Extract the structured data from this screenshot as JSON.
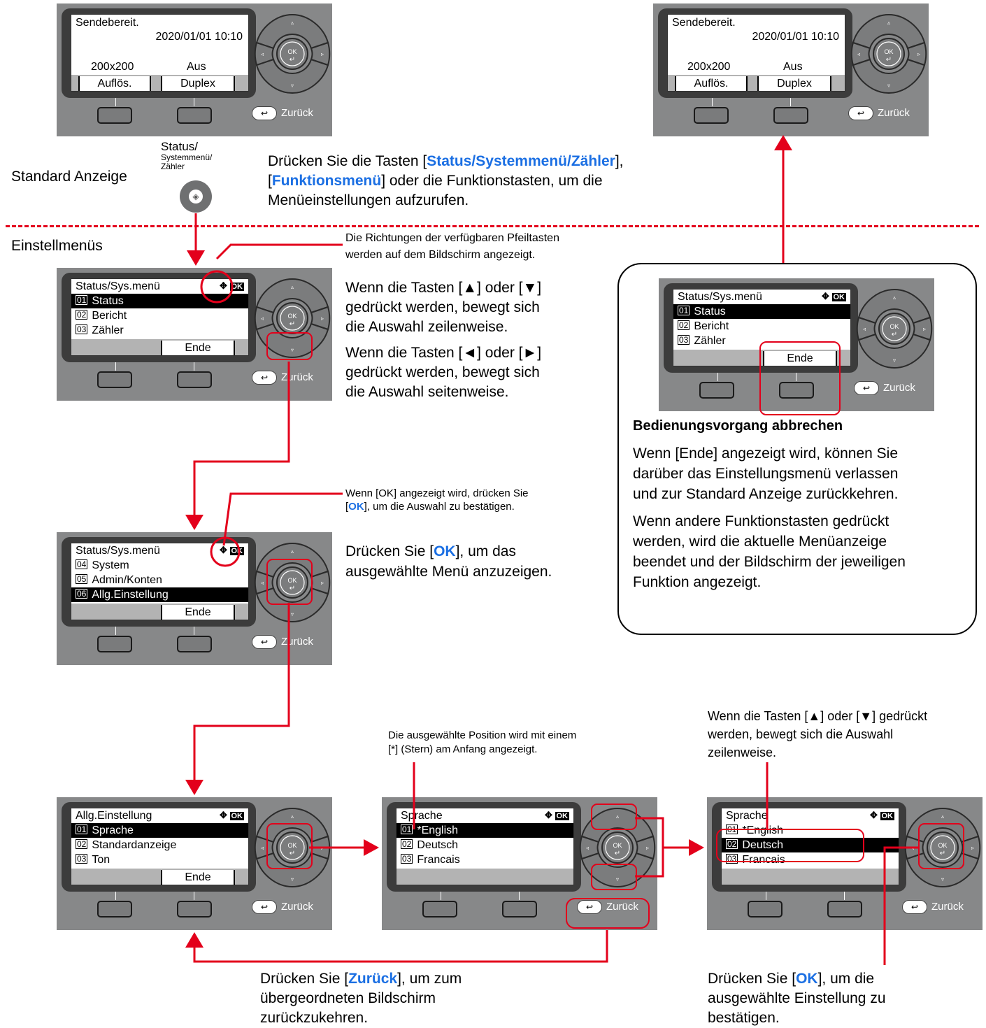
{
  "labels": {
    "standard": "Standard Anzeige",
    "einstell": "Einstellmenüs",
    "status_key_line1": "Status/",
    "status_key_line2": "Systemmenü/",
    "status_key_line3": "Zähler"
  },
  "panels": {
    "sendebereit": {
      "line1": "Sendebereit.",
      "datetime": "2020/01/01 10:10",
      "res_value": "200x200",
      "duplex_value": "Aus",
      "res_label": "Auflös.",
      "duplex_label": "Duplex",
      "back": "Zurück"
    },
    "statusmenu1": {
      "title": "Status/Sys.menü",
      "items": [
        {
          "num": "01",
          "label": "Status"
        },
        {
          "num": "02",
          "label": "Bericht"
        },
        {
          "num": "03",
          "label": "Zähler"
        }
      ],
      "end": "Ende",
      "back": "Zurück"
    },
    "statusmenu2": {
      "title": "Status/Sys.menü",
      "items": [
        {
          "num": "04",
          "label": "System"
        },
        {
          "num": "05",
          "label": "Admin/Konten"
        },
        {
          "num": "06",
          "label": "Allg.Einstellung"
        }
      ],
      "end": "Ende",
      "back": "Zurück"
    },
    "allg": {
      "title": "Allg.Einstellung",
      "items": [
        {
          "num": "01",
          "label": "Sprache"
        },
        {
          "num": "02",
          "label": "Standardanzeige"
        },
        {
          "num": "03",
          "label": "Ton"
        }
      ],
      "end": "Ende",
      "back": "Zurück"
    },
    "sprache1": {
      "title": "Sprache",
      "items": [
        {
          "num": "01",
          "label": "*English"
        },
        {
          "num": "02",
          "label": "Deutsch"
        },
        {
          "num": "03",
          "label": "Francais"
        }
      ],
      "back": "Zurück"
    },
    "sprache2": {
      "title": "Sprache",
      "items": [
        {
          "num": "01",
          "label": "*English"
        },
        {
          "num": "02",
          "label": "Deutsch"
        },
        {
          "num": "03",
          "label": "Francais"
        }
      ],
      "back": "Zurück"
    }
  },
  "texts": {
    "press_keys_a": "Drücken Sie die Tasten [",
    "press_keys_b": "Status/Systemmenü/Zähler",
    "press_keys_c": "],",
    "press_keys_d": "[",
    "press_keys_e": "Funktionsmenü",
    "press_keys_f": "] oder die Funktionstasten, um die",
    "press_keys_g": "Menüeinstellungen aufzurufen.",
    "arrows_note_1": "Die Richtungen der verfügbaren Pfeiltasten",
    "arrows_note_2": "werden auf dem Bildschirm angezeigt.",
    "updown_1": "Wenn die Tasten [▲] oder [▼]",
    "updown_2": "gedrückt werden, bewegt sich",
    "updown_3": "die Auswahl zeilenweise.",
    "leftright_1": "Wenn die Tasten [◄] oder [►]",
    "leftright_2": "gedrückt werden, bewegt sich",
    "leftright_3": "die Auswahl seitenweise.",
    "ok_note_1": "Wenn [OK] angezeigt wird, drücken Sie",
    "ok_note_2a": "[",
    "ok_note_2b": "OK",
    "ok_note_2c": "], um die Auswahl zu bestätigen.",
    "press_ok_1a": "Drücken Sie [",
    "press_ok_1b": "OK",
    "press_ok_1c": "], um das",
    "press_ok_2": "ausgewählte Menü anzuzeigen.",
    "cancel_title": "Bedienungsvorgang abbrechen",
    "cancel_p1_1": "Wenn [Ende] angezeigt wird, können Sie",
    "cancel_p1_2": "darüber das Einstellungsmenü verlassen",
    "cancel_p1_3": "und zur Standard Anzeige zurückkehren.",
    "cancel_p2_1": "Wenn andere Funktionstasten gedrückt",
    "cancel_p2_2": "werden, wird die aktuelle Menüanzeige",
    "cancel_p2_3": "beendet und der Bildschirm der jeweiligen",
    "cancel_p2_4": "Funktion angezeigt.",
    "star_note_1": "Die ausgewählte Position wird mit einem",
    "star_note_2": "[*] (Stern) am Anfang angezeigt.",
    "updown2_1": "Wenn die Tasten [▲] oder [▼] gedrückt",
    "updown2_2": "werden, bewegt sich die Auswahl",
    "updown2_3": "zeilenweise.",
    "back_note_1a": "Drücken Sie [",
    "back_note_1b": "Zurück",
    "back_note_1c": "], um zum",
    "back_note_2": "übergeordneten Bildschirm",
    "back_note_3": "zurückzukehren.",
    "ok_confirm_1a": "Drücken Sie [",
    "ok_confirm_1b": "OK",
    "ok_confirm_1c": "], um die",
    "ok_confirm_2": "ausgewählte Einstellung zu",
    "ok_confirm_3": "bestätigen."
  },
  "colors": {
    "accent_red": "#e3001b",
    "highlight_blue": "#1b6fe3",
    "panel_gray": "#878889"
  }
}
